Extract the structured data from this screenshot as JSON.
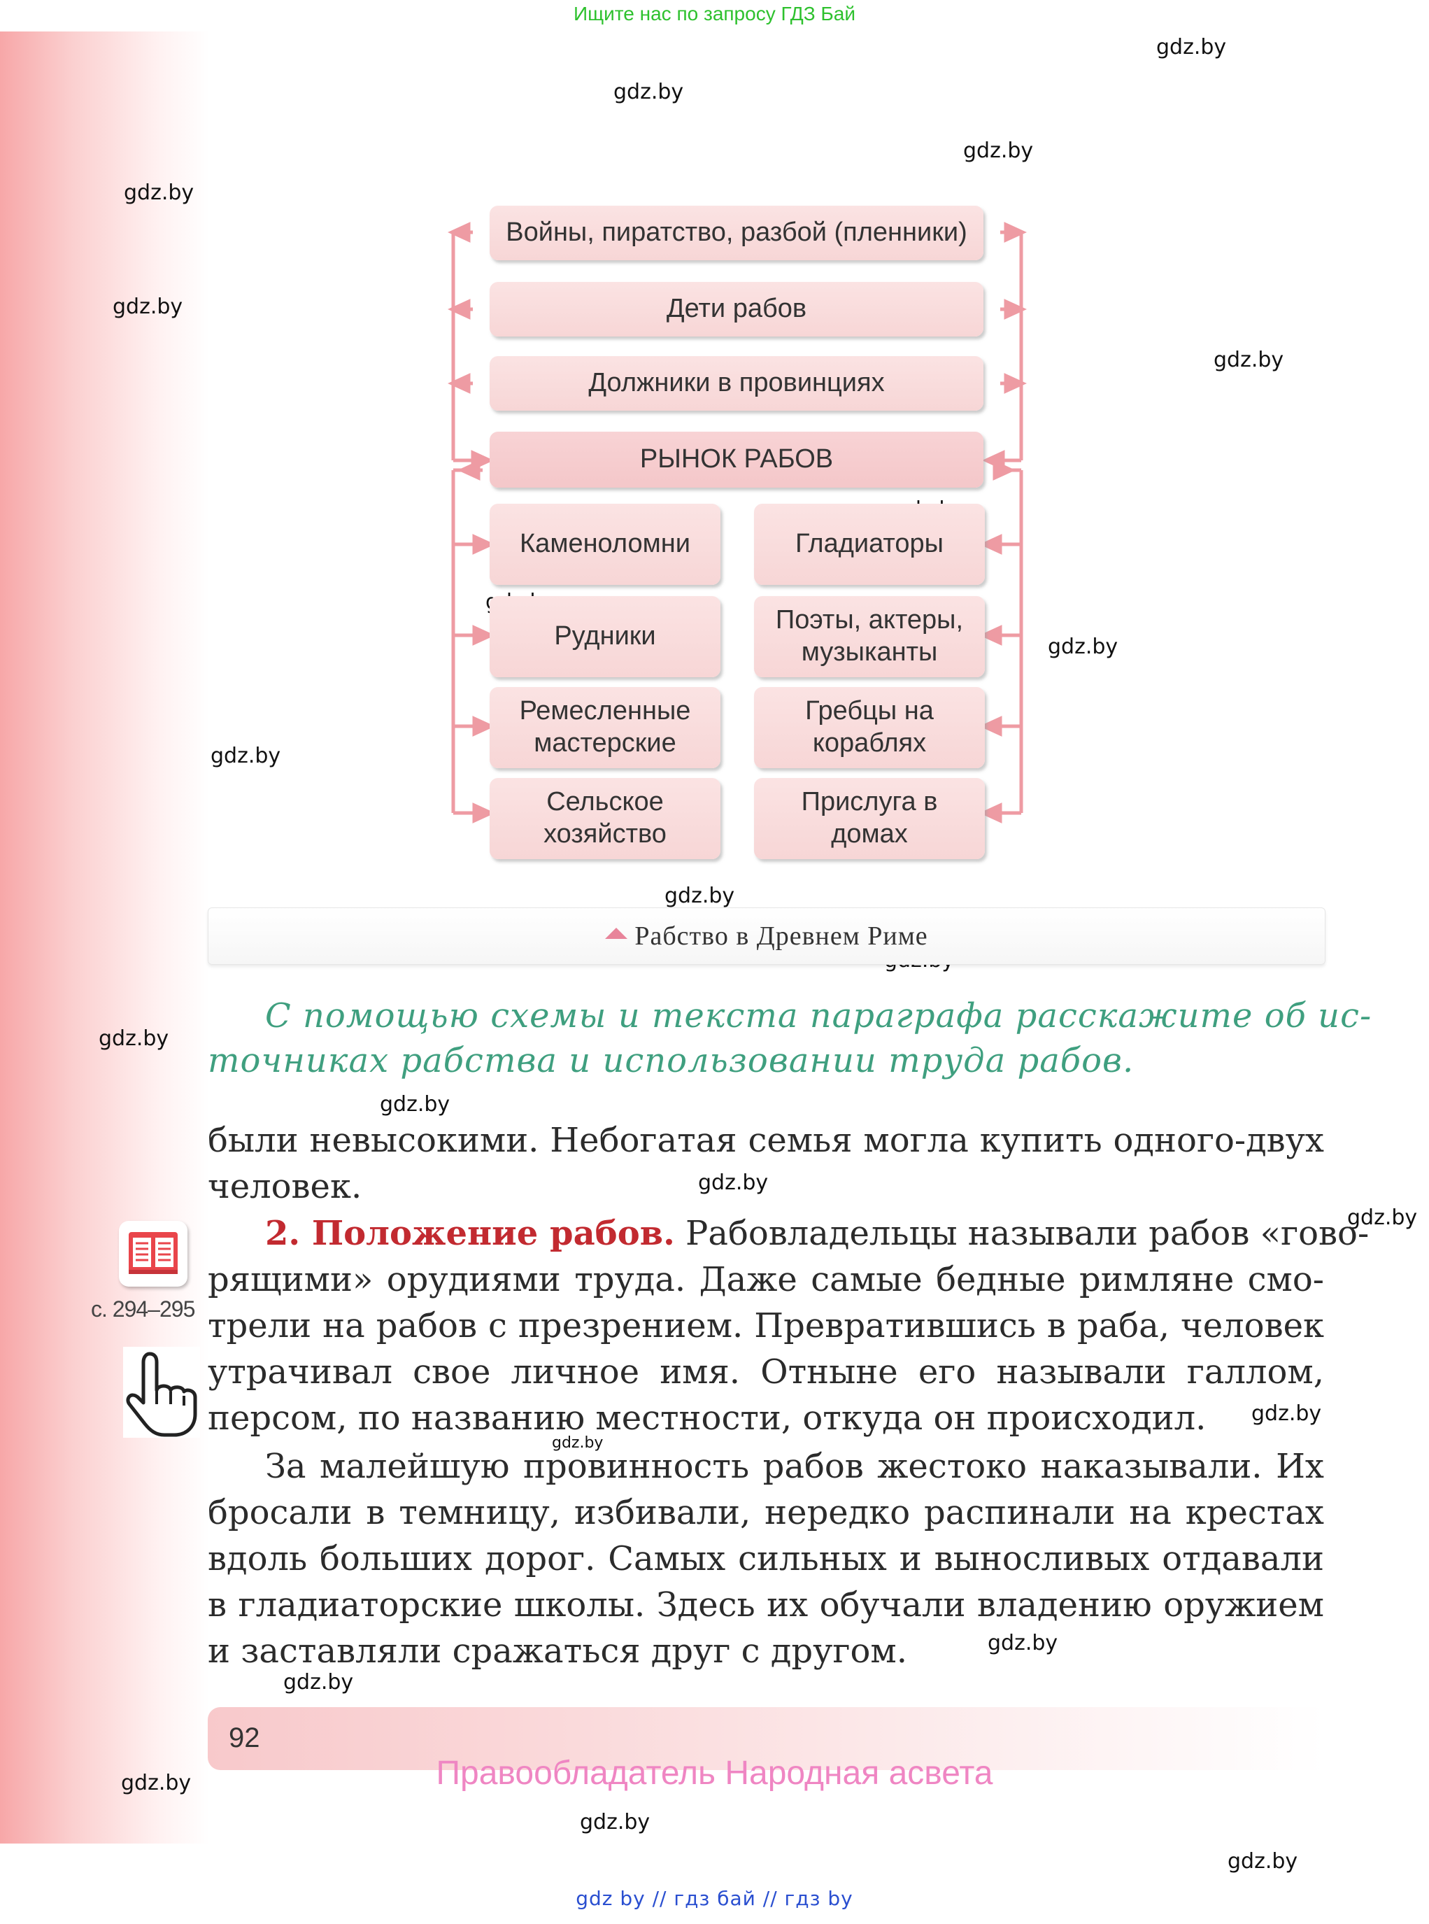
{
  "top_banner": "Ищите нас по запросу ГДЗ Бай",
  "watermark": "gdz.by",
  "diagram": {
    "sources": [
      "Войны, пиратство, разбой (пленники)",
      "Дети рабов",
      "Должники в провинциях"
    ],
    "market": "РЫНОК РАБОВ",
    "uses_left": [
      "Каменоломни",
      "Рудники",
      "Ремесленные мастерские",
      "Сельское хозяйство"
    ],
    "uses_right": [
      "Гладиаторы",
      "Поэты, актеры, музыканты",
      "Гребцы на кораблях",
      "Прислуга в домах"
    ],
    "arrow_color": "#ee9ba3",
    "box_color": "#f9dcdc"
  },
  "caption": "Рабство в Древнем Риме",
  "task": {
    "line1": "С помощью схемы и текста параграфа расскажите об ис-",
    "line2": "точниках рабства и использовании труда рабов."
  },
  "paragraph_intro": {
    "line1": "были невысокими. Небогатая семья могла купить одного-двух",
    "line2": "человек."
  },
  "section2": {
    "heading": "2. Положение рабов.",
    "line1_rest": "Рабовладельцы называли рабов «гово-",
    "line2": "рящими» орудиями труда. Даже самые бедные римляне смо-",
    "line3": "трели на рабов с презрением. Превратившись в раба, человек",
    "line4": "утрачивал свое личное имя. Отныне его называли галлом,",
    "line5": "персом, по названию местности, откуда он происходил."
  },
  "paragraph3": {
    "line1": "За малейшую провинность рабов жестоко наказывали. Их",
    "line2": "бросали в темницу, избивали, нередко распинали на крестах",
    "line3": "вдоль больших дорог. Самых сильных и выносливых отдавали",
    "line4": "в гладиаторские школы. Здесь их обучали владению оружием",
    "line5": "и заставляли сражаться друг с другом."
  },
  "margin": {
    "book_icon": "book-icon",
    "book_ref": "с. 294–295",
    "hand_icon": "pointing-hand-icon"
  },
  "footer": {
    "page_number": "92",
    "copyright": "Правообладатель Народная асвета",
    "bottom_links": "gdz by  //  гдз бай  //  гдз by"
  },
  "colors": {
    "task_text": "#3f9f7f",
    "heading": "#c22a30",
    "copyright": "#ef86c3",
    "banner": "#2ec12e",
    "links": "#2a4fd0"
  }
}
